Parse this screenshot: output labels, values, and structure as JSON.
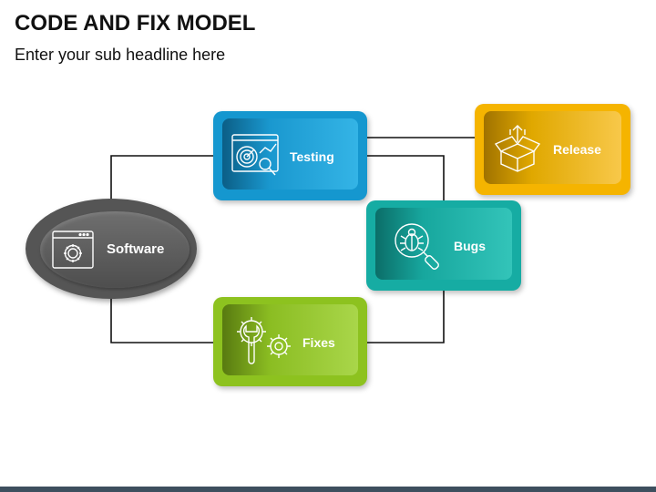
{
  "header": {
    "title": "CODE AND FIX MODEL",
    "subtitle": "Enter your sub headline here"
  },
  "nodes": {
    "software": {
      "label": "Software",
      "icon": "settings-window-icon",
      "color": "#555555"
    },
    "testing": {
      "label": "Testing",
      "icon": "target-analysis-icon",
      "color": "#1a9fd8"
    },
    "release": {
      "label": "Release",
      "icon": "open-box-icon",
      "color": "#f5b400"
    },
    "bugs": {
      "label": "Bugs",
      "icon": "bug-search-icon",
      "color": "#1bb3a8"
    },
    "fixes": {
      "label": "Fixes",
      "icon": "wrench-gears-icon",
      "color": "#8fc31f"
    }
  }
}
